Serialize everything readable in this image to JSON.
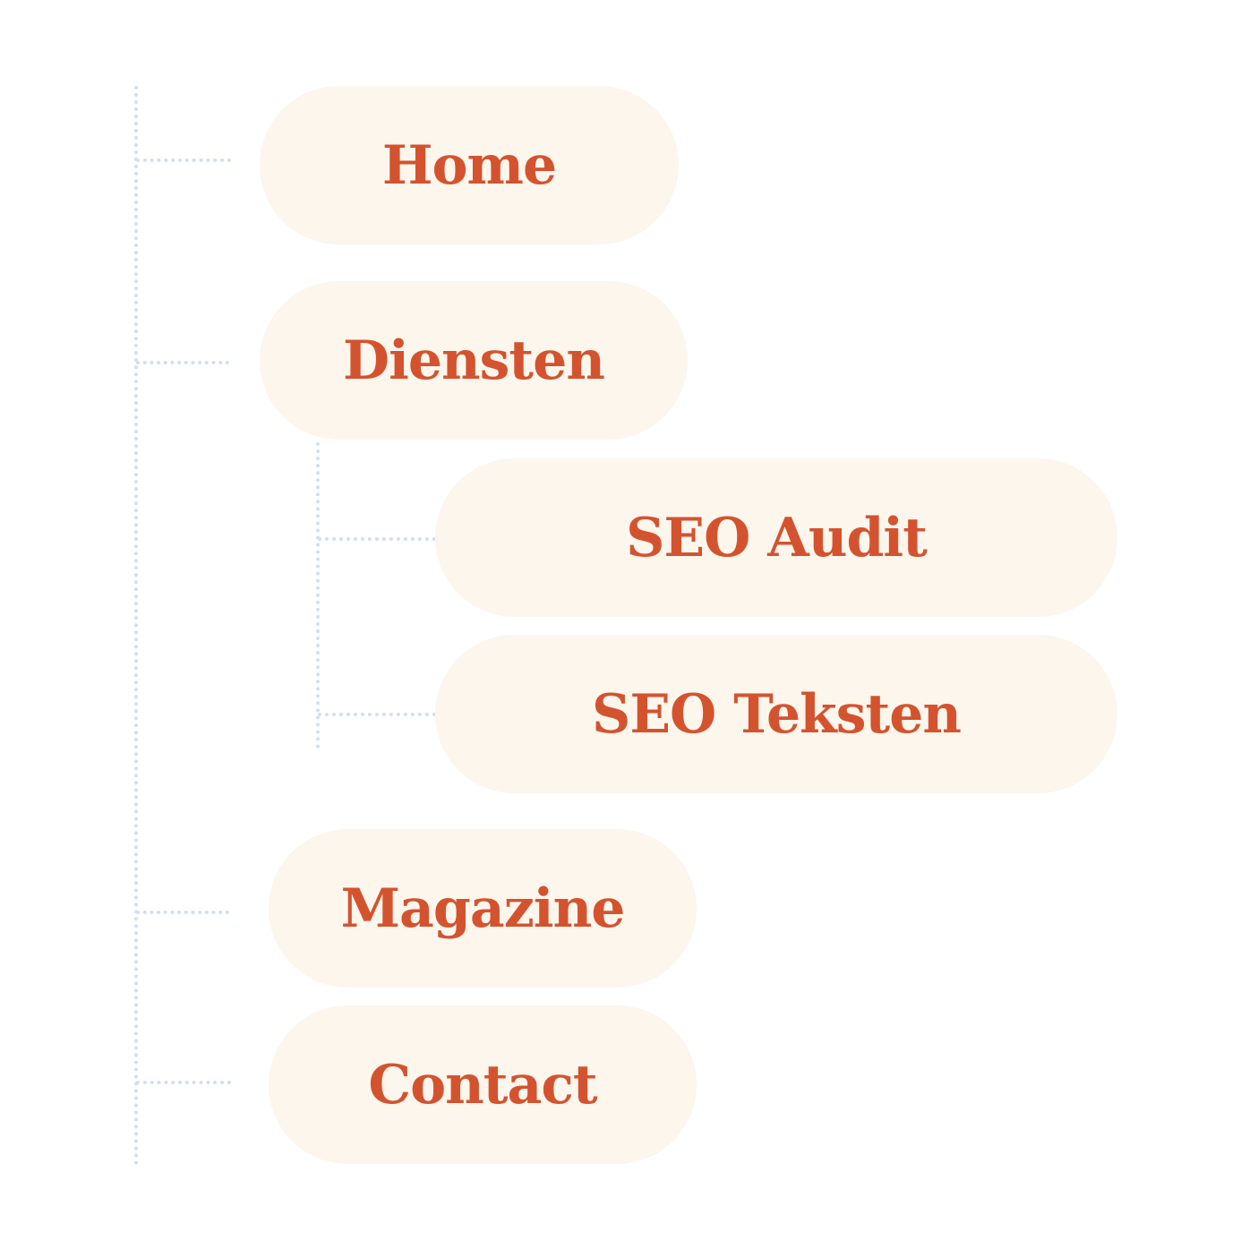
{
  "colors": {
    "pill_background": "#fcf6ec",
    "label_text": "#d4532f",
    "connector": "#cfe0f2",
    "page_background": "#ffffff"
  },
  "menu": {
    "items": [
      {
        "label": "Home",
        "level": 1
      },
      {
        "label": "Diensten",
        "level": 1,
        "children": [
          {
            "label": "SEO Audit",
            "level": 2
          },
          {
            "label": "SEO Teksten",
            "level": 2
          }
        ]
      },
      {
        "label": "Magazine",
        "level": 1
      },
      {
        "label": "Contact",
        "level": 1
      }
    ]
  }
}
